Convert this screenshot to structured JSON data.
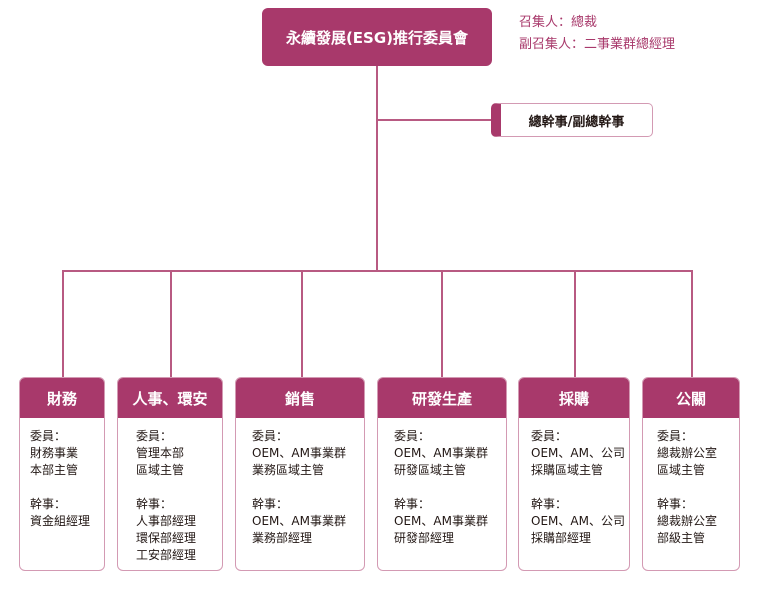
{
  "committee": {
    "title": "永續發展(ESG)推行委員會"
  },
  "conveners": {
    "convener": "召集人：總裁",
    "deputy": "副召集人：二事業群總經理"
  },
  "secretary": {
    "label": "總幹事/副總幹事"
  },
  "departments": [
    {
      "name": "財務",
      "members": [
        "委員：",
        "財務事業",
        "本部主管"
      ],
      "secretaries": [
        "幹事：",
        "資金組經理"
      ]
    },
    {
      "name": "人事、環安",
      "members": [
        "委員：",
        "管理本部",
        "區域主管"
      ],
      "secretaries": [
        "幹事：",
        "人事部經理",
        "環保部經理",
        "工安部經理"
      ]
    },
    {
      "name": "銷售",
      "members": [
        "委員：",
        "OEM、AM事業群",
        "業務區域主管"
      ],
      "secretaries": [
        "幹事：",
        "OEM、AM事業群",
        "業務部經理"
      ]
    },
    {
      "name": "研發生產",
      "members": [
        "委員：",
        "OEM、AM事業群",
        "研發區域主管"
      ],
      "secretaries": [
        "幹事：",
        "OEM、AM事業群",
        "研發部經理"
      ]
    },
    {
      "name": "採購",
      "members": [
        "委員：",
        "OEM、AM、公司",
        "採購區域主管"
      ],
      "secretaries": [
        "幹事：",
        "OEM、AM、公司",
        "採購部經理"
      ]
    },
    {
      "name": "公關",
      "members": [
        "委員：",
        "總裁辦公室",
        "區域主管"
      ],
      "secretaries": [
        "幹事：",
        "總裁辦公室",
        "部級主管"
      ]
    }
  ],
  "colors": {
    "accent": "#a8396b",
    "line": "#b85a82"
  }
}
